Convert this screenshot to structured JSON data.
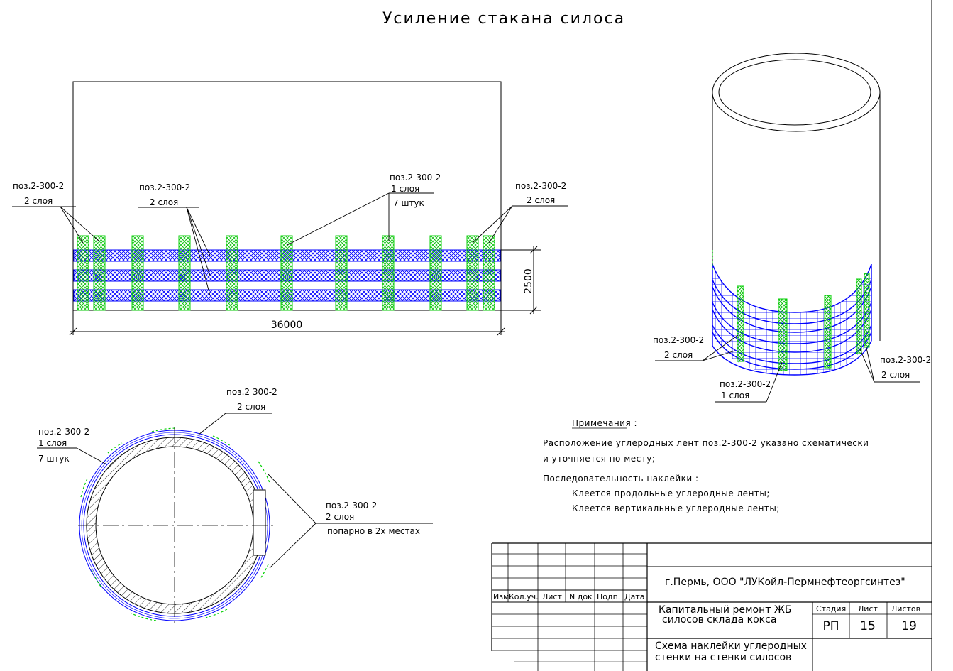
{
  "title": "Усиление стакана силоса",
  "colors": {
    "blue": "#0000ff",
    "green": "#00e000",
    "line": "#000000"
  },
  "elevation": {
    "labels": [
      {
        "l1": "поз.2-300-2",
        "l2": "2 слоя"
      },
      {
        "l1": "поз.2-300-2",
        "l2": "2 слоя"
      },
      {
        "l1": "поз.2-300-2",
        "l2": "1 слоя",
        "l3": "7 штук"
      },
      {
        "l1": "поз.2-300-2",
        "l2": "2 слоя"
      }
    ],
    "dim_height": "2500",
    "dim_length": "36000"
  },
  "plan": {
    "labels": [
      {
        "l1": "поз.2 300-2",
        "l2": "2 слоя"
      },
      {
        "l1": "поз.2-300-2",
        "l2": "1 слоя",
        "l3": "7 штук"
      },
      {
        "l1": "поз.2-300-2",
        "l2": "2 слоя",
        "l3": "попарно в 2х местах"
      }
    ]
  },
  "iso": {
    "labels": [
      {
        "l1": "поз.2-300-2",
        "l2": "2 слоя"
      },
      {
        "l1": "поз.2-300-2",
        "l2": "1 слоя"
      },
      {
        "l1": "поз.2-300-2",
        "l2": "2 слоя"
      }
    ]
  },
  "notes": {
    "heading": "Примечания :",
    "line1": "Расположение углеродных лент поз.2-300-2 указано схематически",
    "line2": "и уточняется по месту;",
    "line3": "Последовательность наклейки :",
    "line4": "Клеется продольные углеродные ленты;",
    "line5": "Клеется вертикальные углеродные ленты;"
  },
  "stamp": {
    "headers": [
      "Изм.",
      "Кол.уч.",
      "Лист",
      "N док",
      "Подп.",
      "Дата"
    ],
    "org": "г.Пермь, ООО \"ЛУКойл-Пермнефтеоргсинтез\"",
    "project_l1": "Капитальный ремонт ЖБ",
    "project_l2": "силосов склада кокса",
    "sheet_title_l1": "Схема наклейки углеродных",
    "sheet_title_l2": "стенки на стенки силосов",
    "col_stage": "Стадия",
    "col_sheet": "Лист",
    "col_sheets": "Листов",
    "stage": "РП",
    "sheet": "15",
    "sheets": "19"
  }
}
